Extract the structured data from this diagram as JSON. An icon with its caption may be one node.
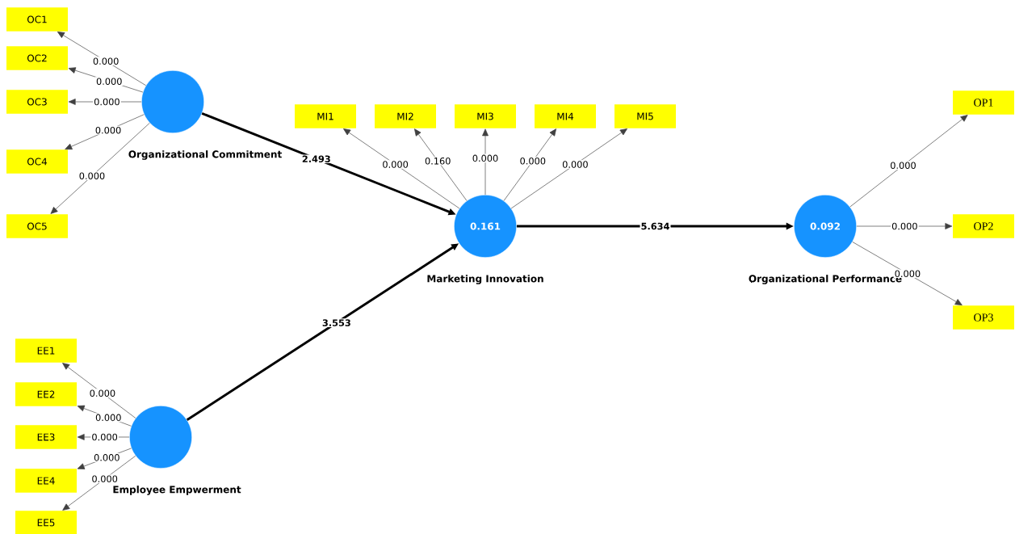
{
  "diagram": {
    "nodes": [
      {
        "text": [
          "OC1"
        ]
      },
      {
        "text": [
          "OC2"
        ]
      },
      {
        "text": [
          "OC3"
        ]
      },
      {
        "text": [
          "OC4"
        ]
      },
      {
        "text": [
          "OC5"
        ]
      },
      {
        "text": [],
        "shape": "circle",
        "beside": [
          "Organizational Commitment"
        ]
      },
      {
        "text": [
          "MI1"
        ]
      },
      {
        "text": [
          "MI2"
        ]
      },
      {
        "text": [
          "MI3"
        ]
      },
      {
        "text": [
          "MI4"
        ]
      },
      {
        "text": [
          "MI5"
        ]
      },
      {
        "text": [
          "0.161"
        ],
        "beside": [
          "Marketing Innovation"
        ]
      },
      {
        "text": [
          "0.092"
        ],
        "beside": [
          "Organizational Performance"
        ]
      },
      {
        "text": [
          "OP1"
        ]
      },
      {
        "text": [
          "OP2"
        ]
      },
      {
        "text": [
          "OP3"
        ]
      },
      {
        "text": [
          "EE1"
        ]
      },
      {
        "text": [
          "EE2"
        ]
      },
      {
        "text": [
          "EE3"
        ]
      },
      {
        "text": [
          "EE4"
        ]
      },
      {
        "text": [
          "EE5"
        ]
      },
      {
        "text": [],
        "shape": "circle",
        "beside": [
          "Employee Empwerment"
        ]
      }
    ],
    "edges": [
      {
        "from": 5,
        "to": 0,
        "arrow": "to",
        "label": "0.000"
      },
      {
        "from": 5,
        "to": 1,
        "arrow": "to",
        "label": "0.000"
      },
      {
        "from": 5,
        "to": 2,
        "arrow": "to",
        "label": "0.000"
      },
      {
        "from": 5,
        "to": 3,
        "arrow": "to",
        "label": "0.000"
      },
      {
        "from": 5,
        "to": 4,
        "arrow": "to",
        "label": "0.000"
      },
      {
        "from": 5,
        "to": 11,
        "arrow": "to",
        "label": "2.493",
        "style": "thick"
      },
      {
        "from": 11,
        "to": 6,
        "arrow": "to",
        "label": "0.000"
      },
      {
        "from": 11,
        "to": 7,
        "arrow": "to",
        "label": "0.160"
      },
      {
        "from": 11,
        "to": 8,
        "arrow": "to",
        "label": "0.000"
      },
      {
        "from": 11,
        "to": 9,
        "arrow": "to",
        "label": "0.000"
      },
      {
        "from": 11,
        "to": 10,
        "arrow": "to",
        "label": "0.000"
      },
      {
        "from": 11,
        "to": 12,
        "arrow": "to",
        "label": "5.634",
        "style": "thick"
      },
      {
        "from": 12,
        "to": 13,
        "arrow": "to",
        "label": "0.000"
      },
      {
        "from": 12,
        "to": 14,
        "arrow": "to",
        "label": "0.000"
      },
      {
        "from": 12,
        "to": 15,
        "arrow": "to",
        "label": "0.000"
      },
      {
        "from": 21,
        "to": 11,
        "arrow": "to",
        "label": "3.553",
        "style": "thick"
      },
      {
        "from": 21,
        "to": 16,
        "arrow": "to",
        "label": "0.000"
      },
      {
        "from": 21,
        "to": 17,
        "arrow": "to",
        "label": "0.000"
      },
      {
        "from": 21,
        "to": 18,
        "arrow": "to",
        "label": "0.000"
      },
      {
        "from": 21,
        "to": 19,
        "arrow": "to",
        "label": "0.000"
      },
      {
        "from": 21,
        "to": 20,
        "arrow": "to",
        "label": "0.000"
      }
    ]
  }
}
